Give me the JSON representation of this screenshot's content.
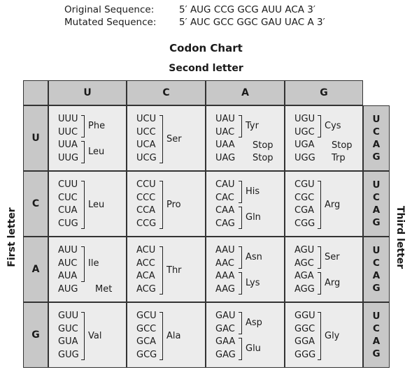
{
  "sequences": {
    "original_label": "Original Sequence:",
    "original_value": "5′ AUG CCG GCG AUU ACA 3′",
    "mutated_label": "Mutated Sequence:",
    "mutated_value": "5′ AUC GCC GGC GAU UAC A 3′"
  },
  "chart": {
    "title": "Codon Chart",
    "second_letter_label": "Second letter",
    "first_letter_label": "First letter",
    "third_letter_label": "Third letter",
    "second_letters": [
      "U",
      "C",
      "A",
      "G"
    ],
    "first_letters": [
      "U",
      "C",
      "A",
      "G"
    ],
    "third_letters": [
      "U",
      "C",
      "A",
      "G"
    ],
    "rows": [
      {
        "cells": [
          {
            "codons": [
              "UUU",
              "UUC",
              "UUA",
              "UUG"
            ],
            "groups": [
              {
                "label": "Phe",
                "start": 0,
                "span": 2
              },
              {
                "label": "Leu",
                "start": 2,
                "span": 2
              }
            ]
          },
          {
            "codons": [
              "UCU",
              "UCC",
              "UCA",
              "UCG"
            ],
            "groups": [
              {
                "label": "Ser",
                "start": 0,
                "span": 4
              }
            ]
          },
          {
            "codons": [
              "UAU",
              "UAC",
              "UAA",
              "UAG"
            ],
            "groups": [
              {
                "label": "Tyr",
                "start": 0,
                "span": 2
              },
              {
                "label": "Stop",
                "start": 2,
                "span": 1,
                "plain": true
              },
              {
                "label": "Stop",
                "start": 3,
                "span": 1,
                "plain": true
              }
            ]
          },
          {
            "codons": [
              "UGU",
              "UGC",
              "UGA",
              "UGG"
            ],
            "groups": [
              {
                "label": "Cys",
                "start": 0,
                "span": 2
              },
              {
                "label": "Stop",
                "start": 2,
                "span": 1,
                "plain": true
              },
              {
                "label": "Trp",
                "start": 3,
                "span": 1,
                "plain": true
              }
            ]
          }
        ]
      },
      {
        "cells": [
          {
            "codons": [
              "CUU",
              "CUC",
              "CUA",
              "CUG"
            ],
            "groups": [
              {
                "label": "Leu",
                "start": 0,
                "span": 4
              }
            ]
          },
          {
            "codons": [
              "CCU",
              "CCC",
              "CCA",
              "CCG"
            ],
            "groups": [
              {
                "label": "Pro",
                "start": 0,
                "span": 4
              }
            ]
          },
          {
            "codons": [
              "CAU",
              "CAC",
              "CAA",
              "CAG"
            ],
            "groups": [
              {
                "label": "His",
                "start": 0,
                "span": 2
              },
              {
                "label": "Gln",
                "start": 2,
                "span": 2
              }
            ]
          },
          {
            "codons": [
              "CGU",
              "CGC",
              "CGA",
              "CGG"
            ],
            "groups": [
              {
                "label": "Arg",
                "start": 0,
                "span": 4
              }
            ]
          }
        ]
      },
      {
        "cells": [
          {
            "codons": [
              "AUU",
              "AUC",
              "AUA",
              "AUG"
            ],
            "groups": [
              {
                "label": "Ile",
                "start": 0,
                "span": 3
              },
              {
                "label": "Met",
                "start": 3,
                "span": 1,
                "plain": true
              }
            ]
          },
          {
            "codons": [
              "ACU",
              "ACC",
              "ACA",
              "ACG"
            ],
            "groups": [
              {
                "label": "Thr",
                "start": 0,
                "span": 4
              }
            ]
          },
          {
            "codons": [
              "AAU",
              "AAC",
              "AAA",
              "AAG"
            ],
            "groups": [
              {
                "label": "Asn",
                "start": 0,
                "span": 2
              },
              {
                "label": "Lys",
                "start": 2,
                "span": 2
              }
            ]
          },
          {
            "codons": [
              "AGU",
              "AGC",
              "AGA",
              "AGG"
            ],
            "groups": [
              {
                "label": "Ser",
                "start": 0,
                "span": 2
              },
              {
                "label": "Arg",
                "start": 2,
                "span": 2
              }
            ]
          }
        ]
      },
      {
        "cells": [
          {
            "codons": [
              "GUU",
              "GUC",
              "GUA",
              "GUG"
            ],
            "groups": [
              {
                "label": "Val",
                "start": 0,
                "span": 4
              }
            ]
          },
          {
            "codons": [
              "GCU",
              "GCC",
              "GCA",
              "GCG"
            ],
            "groups": [
              {
                "label": "Ala",
                "start": 0,
                "span": 4
              }
            ]
          },
          {
            "codons": [
              "GAU",
              "GAC",
              "GAA",
              "GAG"
            ],
            "groups": [
              {
                "label": "Asp",
                "start": 0,
                "span": 2
              },
              {
                "label": "Glu",
                "start": 2,
                "span": 2
              }
            ]
          },
          {
            "codons": [
              "GGU",
              "GGC",
              "GGA",
              "GGG"
            ],
            "groups": [
              {
                "label": "Gly",
                "start": 0,
                "span": 4
              }
            ]
          }
        ]
      }
    ]
  }
}
